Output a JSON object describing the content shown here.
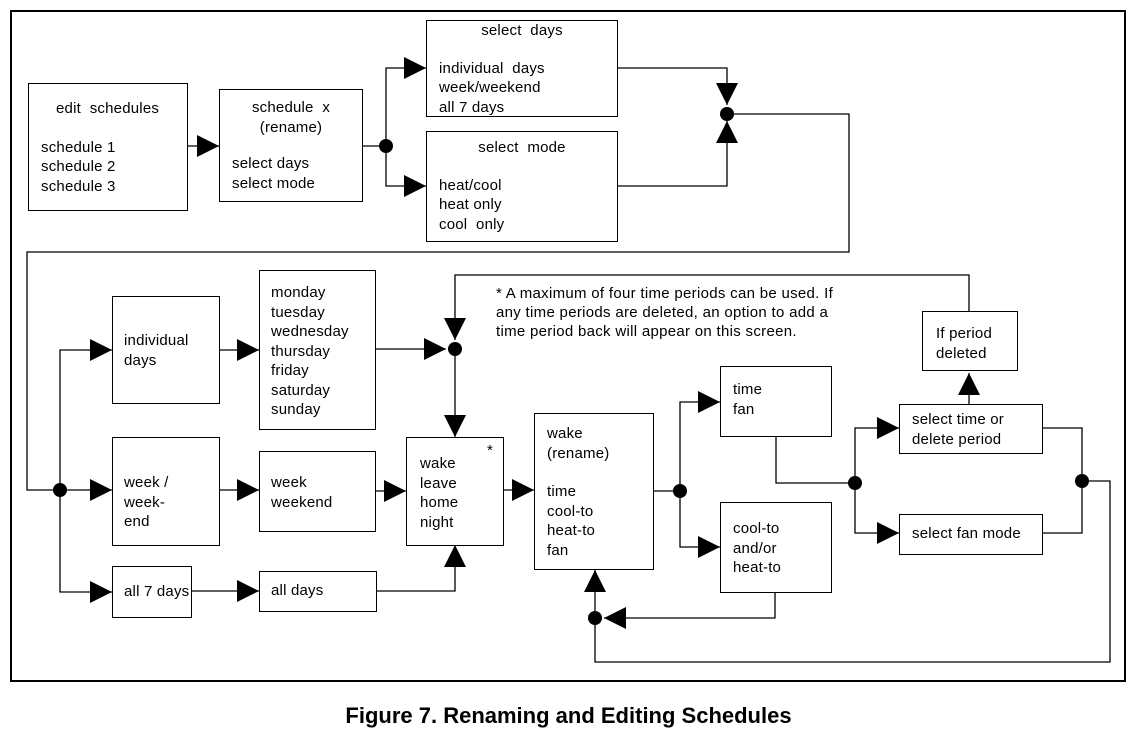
{
  "boxes": {
    "edit_schedules": {
      "title": "edit  schedules",
      "items": [
        "schedule 1",
        "schedule 2",
        "schedule 3"
      ]
    },
    "schedule_x": {
      "title": [
        "schedule  x",
        "(rename)"
      ],
      "items": [
        "select days",
        "select mode"
      ]
    },
    "select_days": {
      "title": "select  days",
      "items": [
        "individual  days",
        "week/weekend",
        "all 7 days"
      ]
    },
    "select_mode": {
      "title": "select  mode",
      "items": [
        "heat/cool",
        "heat only",
        "cool  only"
      ]
    },
    "individual_days": [
      "individual",
      "days"
    ],
    "days_list": [
      "monday",
      "tuesday",
      "wednesday",
      "thursday",
      "friday",
      "saturday",
      "sunday"
    ],
    "week_weekend_choice": [
      "week /",
      "week-",
      "end"
    ],
    "week_weekend": [
      "week",
      "weekend"
    ],
    "all_7_days": "all 7 days",
    "all_days": "all days",
    "periods": {
      "items": [
        "wake",
        "leave",
        "home",
        "night"
      ],
      "marker": "*"
    },
    "wake_edit": [
      "wake",
      "(rename)",
      "",
      "time",
      "cool-to",
      "heat-to",
      "fan"
    ],
    "time_fan": [
      "time",
      "fan"
    ],
    "cool_heat": [
      "cool-to",
      "and/or",
      "heat-to"
    ],
    "select_time_delete": [
      "select time or",
      "delete period"
    ],
    "select_fan_mode": "select fan mode",
    "if_period_deleted": [
      "If period",
      "deleted"
    ]
  },
  "note": [
    "* A maximum of four time periods can be used. If",
    "any time periods are deleted, an option to add a",
    "time period back will appear on this screen."
  ],
  "caption": "Figure 7. Renaming and  Editing Schedules"
}
